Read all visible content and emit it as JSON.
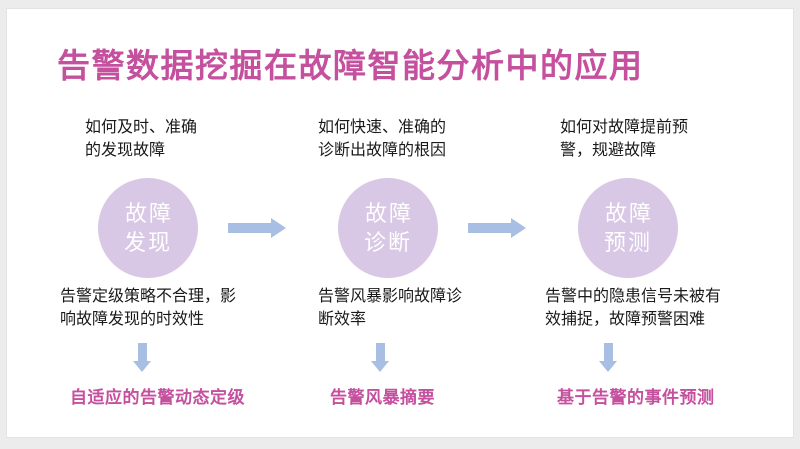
{
  "slide": {
    "title": "告警数据挖掘在故障智能分析中的应用",
    "colors": {
      "title_accent": "#c4509e",
      "circle_fill": "#d8c7e5",
      "circle_text": "#ffffff",
      "arrow_blue": "#a8bee2",
      "body_text": "#1a1a1a",
      "page_background": "#ececec",
      "slide_background": "#ffffff"
    },
    "columns": [
      {
        "question": "如何及时、准确\n的发现故障",
        "stage": "故障\n发现",
        "problem": "告警定级策略不合理，影\n响故障发现的时效性",
        "solution": "自适应的告警动态定级"
      },
      {
        "question": "如何快速、准确的\n诊断出故障的根因",
        "stage": "故障\n诊断",
        "problem": "告警风暴影响故障诊\n断效率",
        "solution": "告警风暴摘要"
      },
      {
        "question": "如何对故障提前预\n警，规避故障",
        "stage": "故障\n预测",
        "problem": "告警中的隐患信号未被有\n效捕捉，故障预警困难",
        "solution": "基于告警的事件预测"
      }
    ]
  }
}
